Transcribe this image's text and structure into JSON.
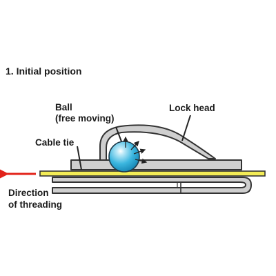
{
  "title": "1. Initial position",
  "labels": {
    "ball_line1": "Ball",
    "ball_line2": "(free moving)",
    "lock_head": "Lock head",
    "cable_tie": "Cable tie",
    "direction_line1": "Direction",
    "direction_line2": "of threading"
  },
  "colors": {
    "housing_fill": "#cfcfcf",
    "housing_stroke": "#333333",
    "tie_fill": "#f3ec56",
    "ball_fill": "#3bb6df",
    "arrow": "#e2231a",
    "text": "#1a1a1a"
  }
}
